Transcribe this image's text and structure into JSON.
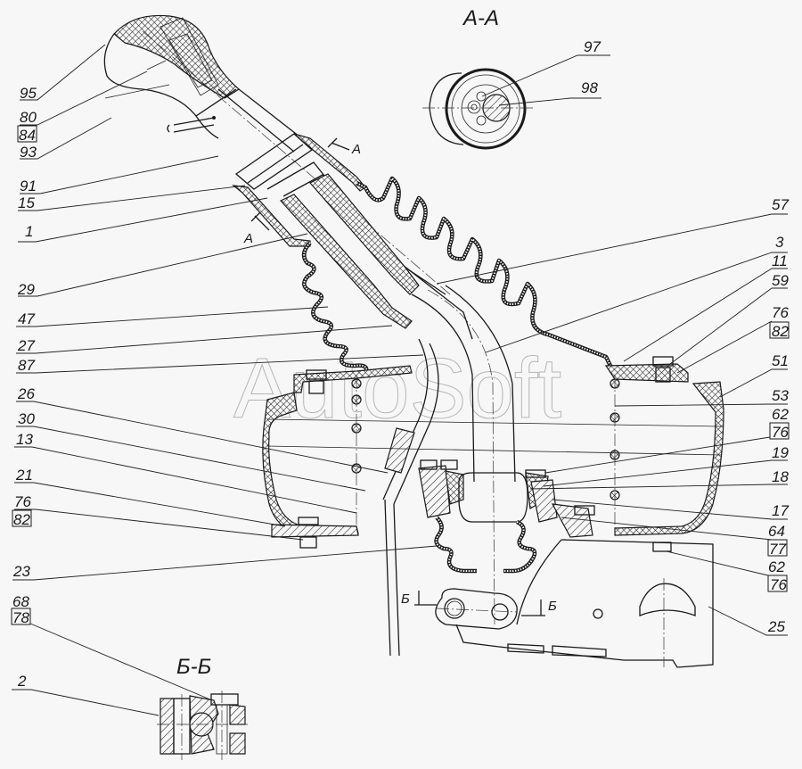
{
  "diagram": {
    "subject": "Gear shift lever assembly (sectional drawing)",
    "watermark": "AutoSoft",
    "section_views": {
      "aa_title": "А-А",
      "bb_title": "Б-Б",
      "aa_marker": "А",
      "bb_marker": "Б"
    },
    "callouts_left": [
      {
        "id": "95",
        "boxed": false
      },
      {
        "id": "80",
        "boxed": false
      },
      {
        "id": "84",
        "boxed": true
      },
      {
        "id": "93",
        "boxed": false
      },
      {
        "id": "91",
        "boxed": false
      },
      {
        "id": "15",
        "boxed": false
      },
      {
        "id": "1",
        "boxed": false
      },
      {
        "id": "29",
        "boxed": false
      },
      {
        "id": "47",
        "boxed": false
      },
      {
        "id": "27",
        "boxed": false
      },
      {
        "id": "87",
        "boxed": false
      },
      {
        "id": "26",
        "boxed": false
      },
      {
        "id": "30",
        "boxed": false
      },
      {
        "id": "13",
        "boxed": false
      },
      {
        "id": "21",
        "boxed": false
      },
      {
        "id": "76",
        "boxed": false
      },
      {
        "id": "82",
        "boxed": true
      },
      {
        "id": "23",
        "boxed": false
      },
      {
        "id": "68",
        "boxed": false
      },
      {
        "id": "78",
        "boxed": true
      },
      {
        "id": "2",
        "boxed": false
      }
    ],
    "callouts_right": [
      {
        "id": "57",
        "boxed": false
      },
      {
        "id": "3",
        "boxed": false
      },
      {
        "id": "11",
        "boxed": false
      },
      {
        "id": "59",
        "boxed": false
      },
      {
        "id": "76",
        "boxed": false
      },
      {
        "id": "82",
        "boxed": true
      },
      {
        "id": "51",
        "boxed": false
      },
      {
        "id": "53",
        "boxed": false
      },
      {
        "id": "62",
        "boxed": false
      },
      {
        "id": "76",
        "boxed": true
      },
      {
        "id": "19",
        "boxed": false
      },
      {
        "id": "18",
        "boxed": false
      },
      {
        "id": "17",
        "boxed": false
      },
      {
        "id": "64",
        "boxed": false
      },
      {
        "id": "77",
        "boxed": true
      },
      {
        "id": "62",
        "boxed": false
      },
      {
        "id": "76",
        "boxed": true
      },
      {
        "id": "25",
        "boxed": false
      }
    ],
    "callouts_section_aa": [
      {
        "id": "97",
        "boxed": false
      },
      {
        "id": "98",
        "boxed": false
      }
    ]
  }
}
